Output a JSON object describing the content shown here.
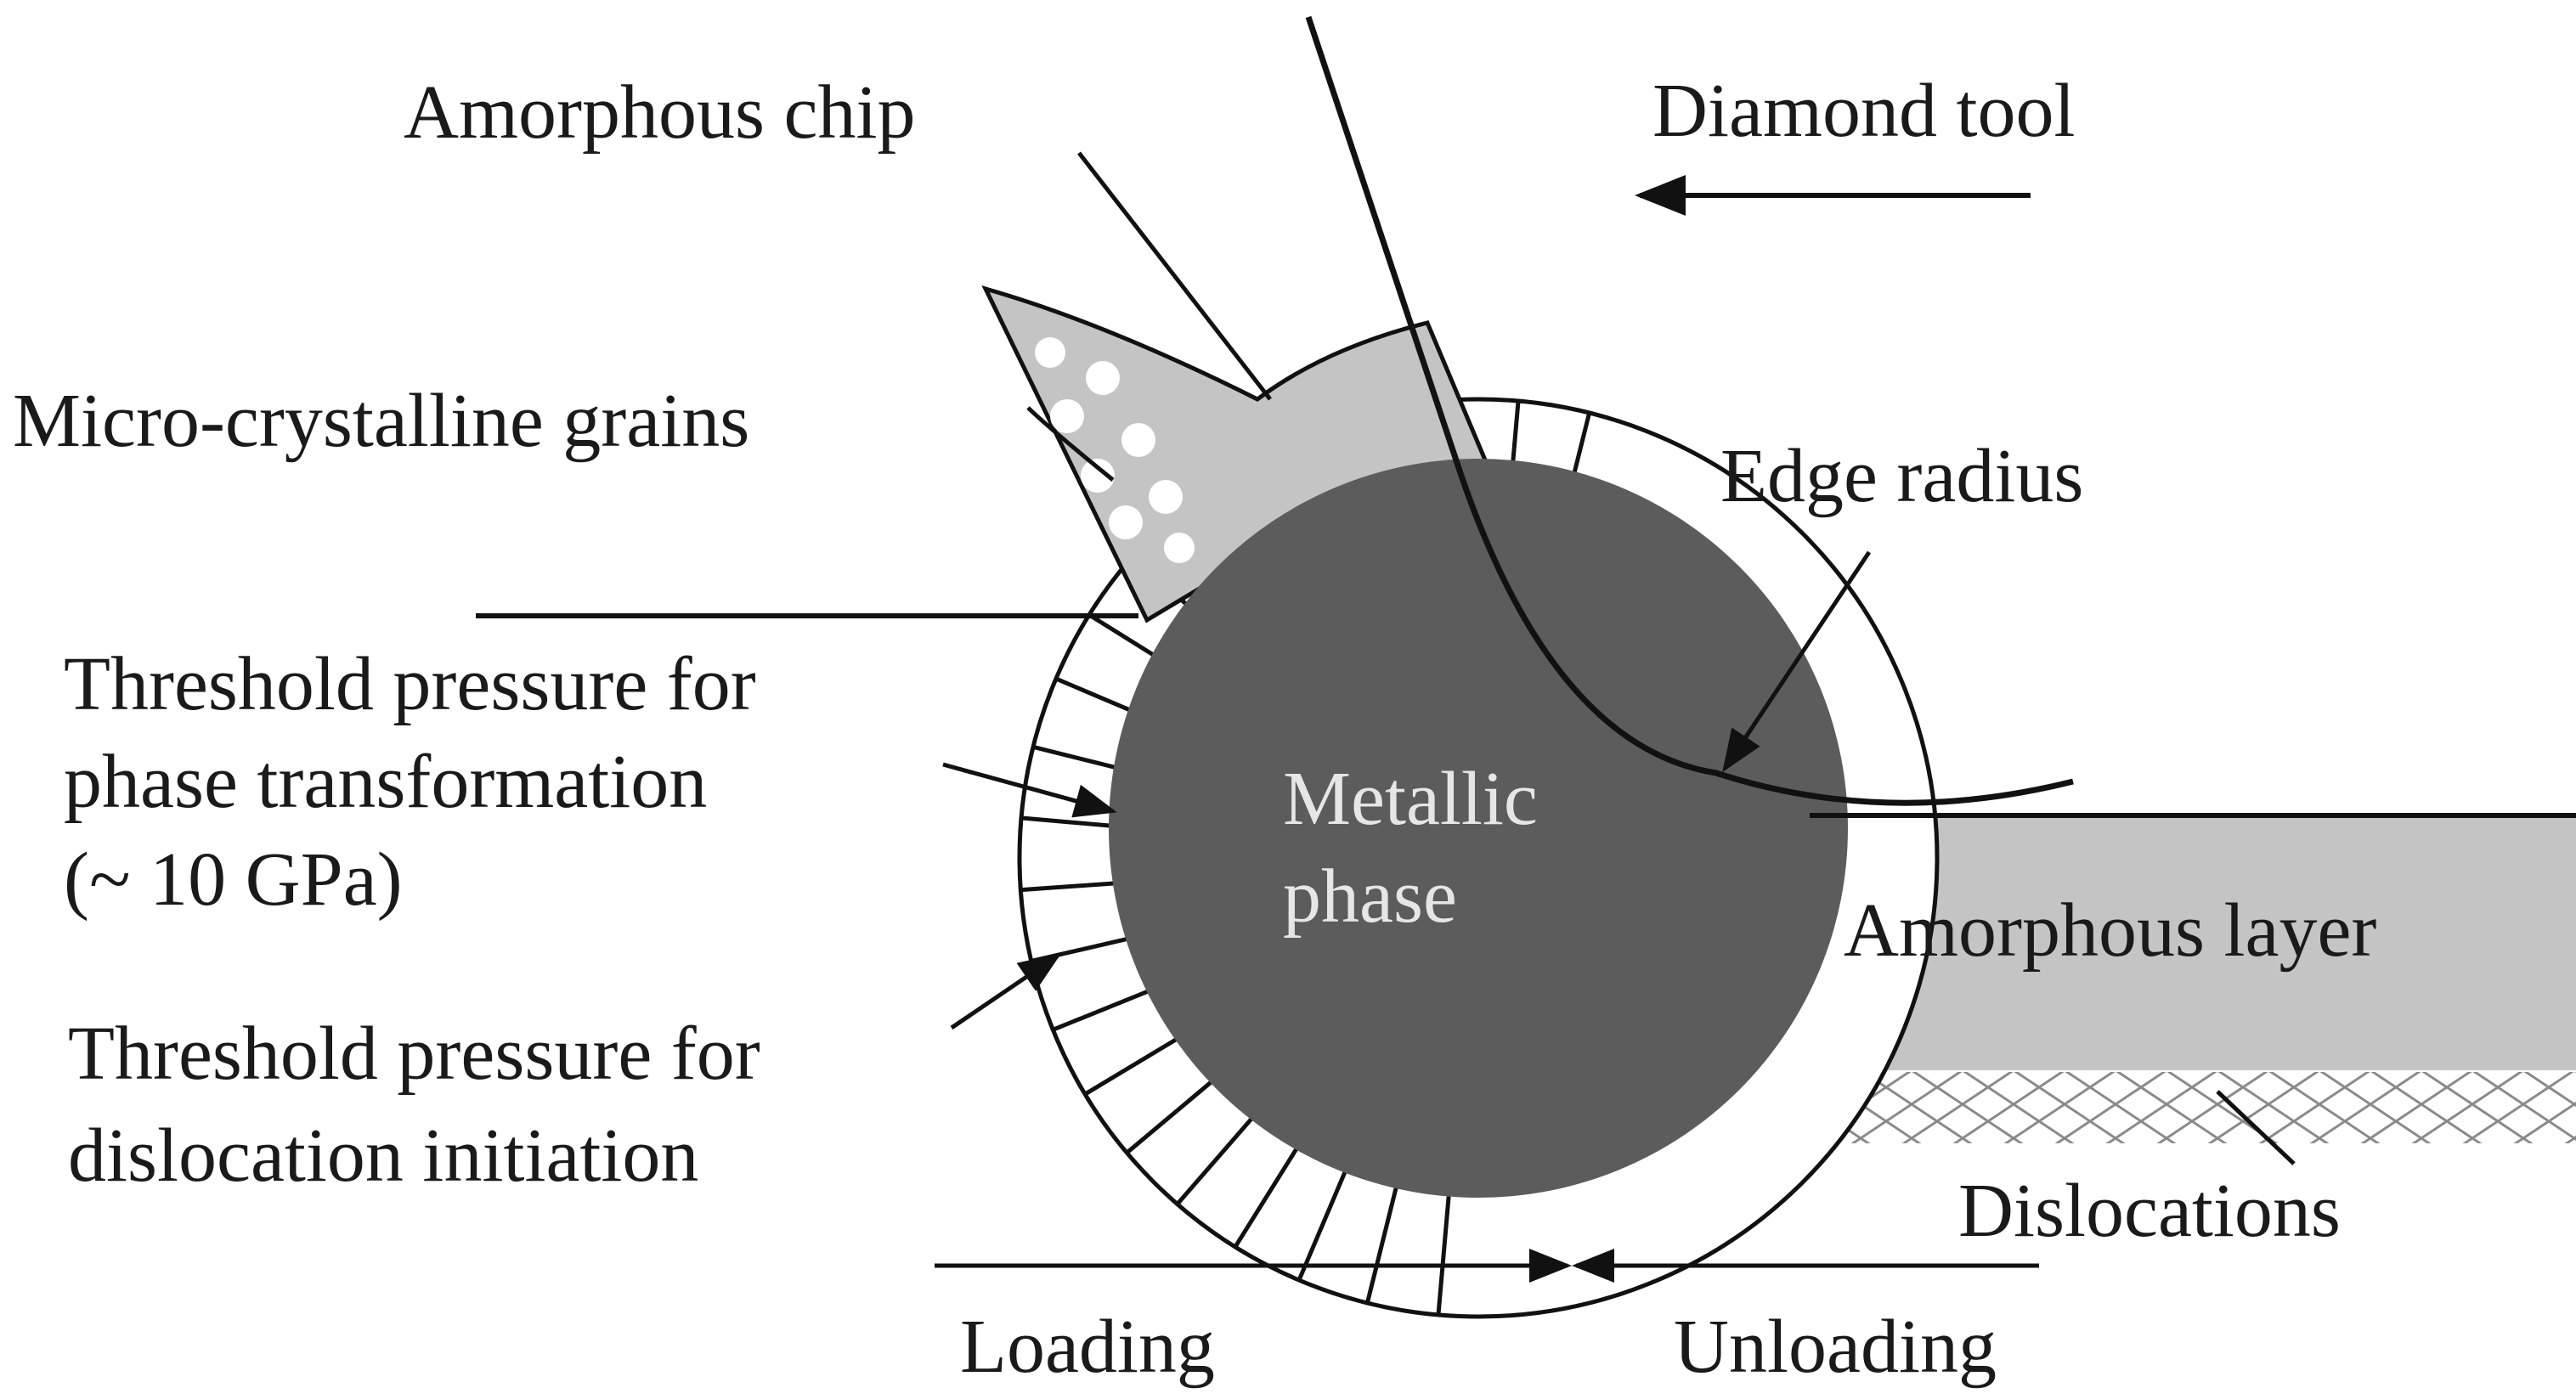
{
  "labels": {
    "amorphous_chip": "Amorphous chip",
    "diamond_tool": "Diamond tool",
    "micro_crystalline_grains": "Micro-crystalline grains",
    "edge_radius": "Edge radius",
    "threshold_phase_line1": "Threshold pressure for",
    "threshold_phase_line2": "phase transformation",
    "threshold_phase_line3": "(~ 10 GPa)",
    "metallic_line1": "Metallic",
    "metallic_line2": "phase",
    "amorphous_layer": "Amorphous layer",
    "threshold_disloc_line1": "Threshold pressure for",
    "threshold_disloc_line2": "dislocation initiation",
    "dislocations": "Dislocations",
    "loading": "Loading",
    "unloading": "Unloading"
  },
  "colors": {
    "metallic_phase": "#5c5c5c",
    "amorphous_region": "#c4c4c4",
    "outline": "#111111",
    "background": "#ffffff"
  }
}
